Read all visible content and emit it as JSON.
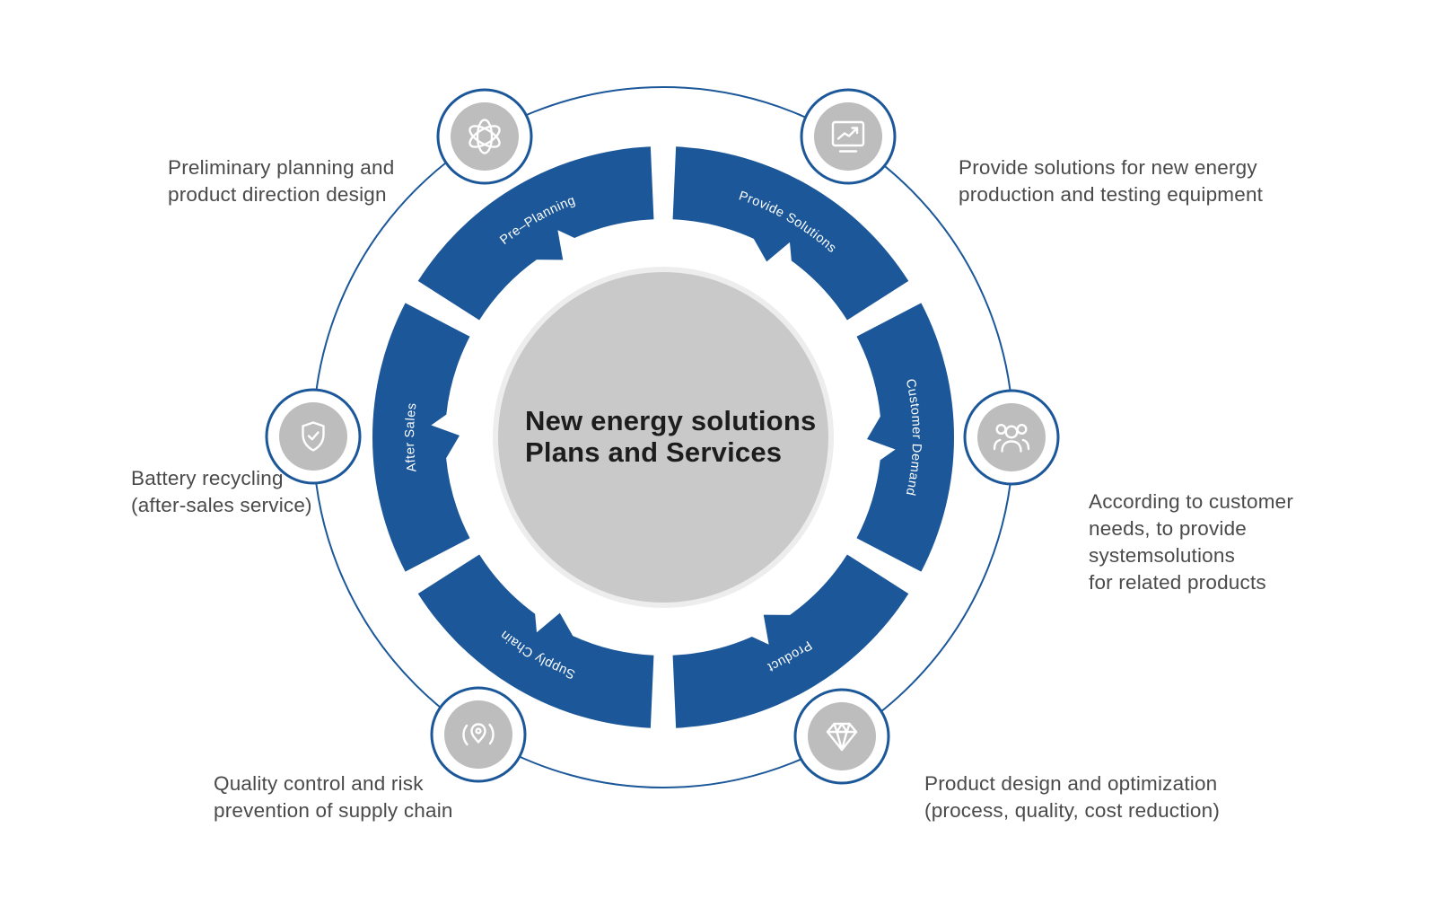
{
  "colors": {
    "accent_blue": "#1B5799",
    "ring_blue": "#1B5799",
    "icon_disc_gray": "#BDBDBD",
    "center_circle_gray": "#C9C9C9",
    "annotation_text": "#4A4A4A",
    "title_text": "#1D1D1D"
  },
  "center": {
    "title": "New energy solutions\nPlans and Services"
  },
  "ring_segments": [
    {
      "label": "Pre–Planning"
    },
    {
      "label": "Provide Solutions"
    },
    {
      "label": "Customer Demand"
    },
    {
      "label": "Product"
    },
    {
      "label": "Supply Chain"
    },
    {
      "label": "After Sales"
    }
  ],
  "icons": [
    {
      "name": "atom-icon",
      "position": "top-left"
    },
    {
      "name": "chart-monitor-icon",
      "position": "top-right"
    },
    {
      "name": "people-icon",
      "position": "right"
    },
    {
      "name": "diamond-icon",
      "position": "bottom-right"
    },
    {
      "name": "location-pin-icon",
      "position": "bottom-left"
    },
    {
      "name": "shield-check-icon",
      "position": "left"
    }
  ],
  "annotations": [
    {
      "id": "pre-planning",
      "text": "Preliminary planning and\nproduct direction design"
    },
    {
      "id": "provide-solutions",
      "text": "Provide solutions for new energy\nproduction and testing equipment"
    },
    {
      "id": "customer-demand",
      "text": "According to customer\nneeds,  to provide\nsystemsolutions\nfor related products"
    },
    {
      "id": "product",
      "text": "Product design and optimization\n(process, quality, cost reduction)"
    },
    {
      "id": "supply-chain",
      "text": "Quality control and risk\nprevention of supply chain"
    },
    {
      "id": "after-sales",
      "text": "Battery recycling\n(after-sales service)"
    }
  ]
}
